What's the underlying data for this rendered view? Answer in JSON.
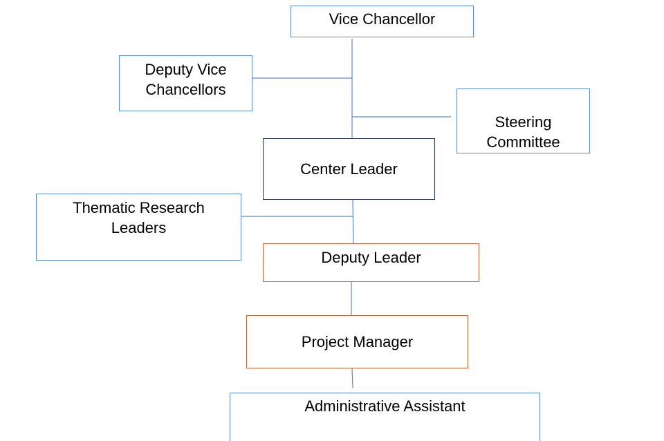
{
  "diagram": {
    "nodes": {
      "vice_chancellor": "Vice Chancellor",
      "deputy_vice_chancellors": "Deputy Vice\nChancellors",
      "steering_committee": "Steering\nCommittee",
      "center_leader": "Center Leader",
      "thematic_research_leaders": "Thematic Research\nLeaders",
      "deputy_leader": "Deputy Leader",
      "project_manager": "Project Manager",
      "administrative_assistant": "Administrative Assistant"
    },
    "connector_color": "#5b8bc9"
  }
}
